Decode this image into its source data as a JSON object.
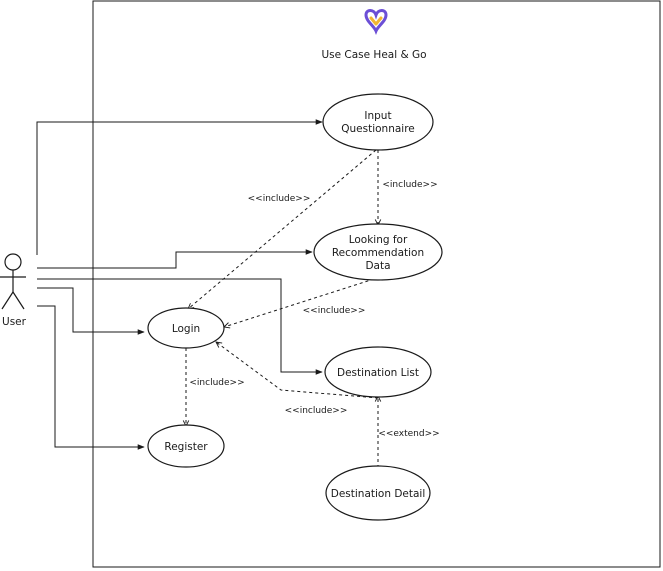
{
  "diagram": {
    "title": "Use Case Heal & Go",
    "actor": {
      "label": "User"
    },
    "use_cases": [
      {
        "id": "input",
        "lines": [
          "Input",
          "Questionnaire"
        ]
      },
      {
        "id": "looking",
        "lines": [
          "Looking for",
          "Recommendation",
          "Data"
        ]
      },
      {
        "id": "login",
        "lines": [
          "Login"
        ]
      },
      {
        "id": "destlist",
        "lines": [
          "Destination List"
        ]
      },
      {
        "id": "register",
        "lines": [
          "Register"
        ]
      },
      {
        "id": "destdetail",
        "lines": [
          "Destination Detail"
        ]
      }
    ],
    "relations": [
      {
        "from": "input",
        "to": "login",
        "label": "<<include>>"
      },
      {
        "from": "input",
        "to": "looking",
        "label": "<include>>"
      },
      {
        "from": "looking",
        "to": "login",
        "label": "<<include>>"
      },
      {
        "from": "login",
        "to": "register",
        "label": "<include>>"
      },
      {
        "from": "destlist",
        "to": "login",
        "label": "<<include>>"
      },
      {
        "from": "destdetail",
        "to": "destlist",
        "label": "<<extend>>"
      }
    ],
    "colors": {
      "line": "#1a1a1a",
      "logo_purple": "#6c4fd6",
      "logo_gold": "#f2b632"
    }
  }
}
